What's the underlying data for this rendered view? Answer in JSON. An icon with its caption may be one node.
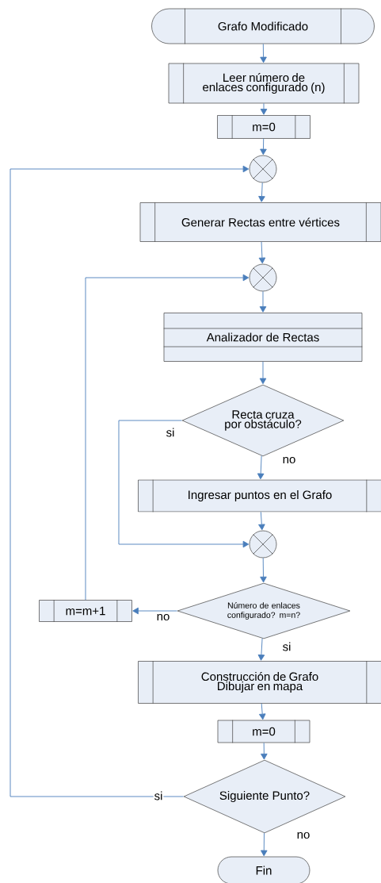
{
  "diagram": {
    "nodes": [
      {
        "text": [
          "Grafo Modificado"
        ]
      },
      {
        "text": [
          "Leer número de enlaces configurado (n)"
        ]
      },
      {
        "text": [
          "m=0"
        ]
      },
      {
        "text": [],
        "shape": "circle"
      },
      {
        "text": [
          "Generar Rectas entre vértices"
        ]
      },
      {
        "text": [],
        "shape": "circle"
      },
      {
        "text": [
          "Analizador de Rectas"
        ]
      },
      {
        "text": [
          "Recta cruza por obstáculo?"
        ]
      },
      {
        "text": [
          "Ingresar puntos en el Grafo"
        ]
      },
      {
        "text": [],
        "shape": "circle"
      },
      {
        "text": [
          "Número de enlaces configurado? m=n?"
        ]
      },
      {
        "text": [
          "m=m+1"
        ]
      },
      {
        "text": [
          "Construcción de Grafo Dibujar en mapa"
        ]
      },
      {
        "text": [
          "m=0"
        ]
      },
      {
        "text": [
          "Siguiente Punto?"
        ]
      },
      {
        "text": [
          "Fin"
        ]
      }
    ],
    "edges": [
      {
        "from": 0,
        "to": 1,
        "arrow": "to"
      },
      {
        "from": 1,
        "to": 2,
        "arrow": "to"
      },
      {
        "from": 2,
        "to": 3,
        "arrow": "to"
      },
      {
        "from": 3,
        "to": 4,
        "arrow": "to"
      },
      {
        "from": 4,
        "to": 5,
        "arrow": "to"
      },
      {
        "from": 5,
        "to": 6,
        "arrow": "to"
      },
      {
        "from": 6,
        "to": 7,
        "arrow": "to"
      },
      {
        "from": 7,
        "to": 8,
        "arrow": "to",
        "label": "no"
      },
      {
        "from": 8,
        "to": 9,
        "arrow": "to"
      },
      {
        "from": 7,
        "to": 9,
        "arrow": "to",
        "label": "si"
      },
      {
        "from": 9,
        "to": 10,
        "arrow": "to"
      },
      {
        "from": 10,
        "to": 11,
        "arrow": "to",
        "label": "no"
      },
      {
        "from": 11,
        "to": 5,
        "arrow": "to"
      },
      {
        "from": 10,
        "to": 12,
        "arrow": "to",
        "label": "si"
      },
      {
        "from": 12,
        "to": 13,
        "arrow": "to"
      },
      {
        "from": 13,
        "to": 14,
        "arrow": "to"
      },
      {
        "from": 14,
        "to": 3,
        "arrow": "to",
        "label": "si"
      },
      {
        "from": 14,
        "to": 15,
        "arrow": "to",
        "label": "no"
      }
    ]
  }
}
